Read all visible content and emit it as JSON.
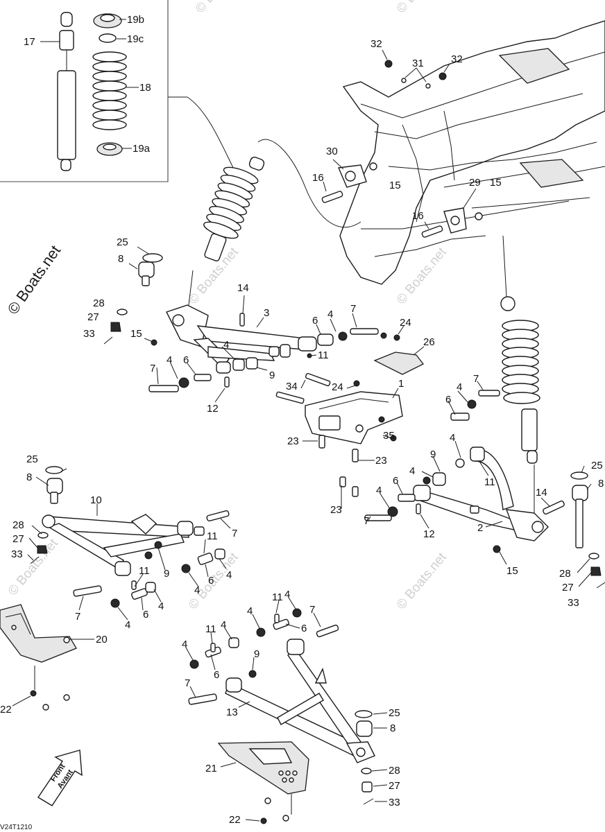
{
  "watermark": {
    "main": "© Boats.net",
    "faint": "© Boats.net"
  },
  "drawing_code": "V24T1210",
  "direction_arrow": {
    "line1": "Front",
    "line2": "Avant"
  },
  "callouts": [
    {
      "id": "c17",
      "text": "17"
    },
    {
      "id": "c19b",
      "text": "19b"
    },
    {
      "id": "c19c",
      "text": "19c"
    },
    {
      "id": "c18",
      "text": "18"
    },
    {
      "id": "c19a",
      "text": "19a"
    },
    {
      "id": "c32a",
      "text": "32"
    },
    {
      "id": "c31",
      "text": "31"
    },
    {
      "id": "c32b",
      "text": "32"
    },
    {
      "id": "c30",
      "text": "30"
    },
    {
      "id": "c16a",
      "text": "16"
    },
    {
      "id": "c15a",
      "text": "15"
    },
    {
      "id": "c29",
      "text": "29"
    },
    {
      "id": "c15b",
      "text": "15"
    },
    {
      "id": "c16b",
      "text": "16"
    },
    {
      "id": "c25a",
      "text": "25"
    },
    {
      "id": "c8a",
      "text": "8"
    },
    {
      "id": "c14a",
      "text": "14"
    },
    {
      "id": "c3",
      "text": "3"
    },
    {
      "id": "c28a",
      "text": "28"
    },
    {
      "id": "c27a",
      "text": "27"
    },
    {
      "id": "c33a",
      "text": "33"
    },
    {
      "id": "c15c",
      "text": "15"
    },
    {
      "id": "c6a",
      "text": "6"
    },
    {
      "id": "c4a",
      "text": "4"
    },
    {
      "id": "c7a",
      "text": "7"
    },
    {
      "id": "c24a",
      "text": "24"
    },
    {
      "id": "c26",
      "text": "26"
    },
    {
      "id": "c4b",
      "text": "4"
    },
    {
      "id": "c11a",
      "text": "11"
    },
    {
      "id": "c7b",
      "text": "7"
    },
    {
      "id": "c4c",
      "text": "4"
    },
    {
      "id": "c6b",
      "text": "6"
    },
    {
      "id": "c9a",
      "text": "9"
    },
    {
      "id": "c12a",
      "text": "12"
    },
    {
      "id": "c34",
      "text": "34"
    },
    {
      "id": "c24b",
      "text": "24"
    },
    {
      "id": "c1",
      "text": "1"
    },
    {
      "id": "c4d",
      "text": "4"
    },
    {
      "id": "c7c",
      "text": "7"
    },
    {
      "id": "c6c",
      "text": "6"
    },
    {
      "id": "c35",
      "text": "35"
    },
    {
      "id": "c23a",
      "text": "23"
    },
    {
      "id": "c23b",
      "text": "23"
    },
    {
      "id": "c4e",
      "text": "4"
    },
    {
      "id": "c9b",
      "text": "9"
    },
    {
      "id": "c4f",
      "text": "4"
    },
    {
      "id": "c11b",
      "text": "11"
    },
    {
      "id": "c6d",
      "text": "6"
    },
    {
      "id": "c4g",
      "text": "4"
    },
    {
      "id": "c23c",
      "text": "23"
    },
    {
      "id": "c7d",
      "text": "7"
    },
    {
      "id": "c12b",
      "text": "12"
    },
    {
      "id": "c14b",
      "text": "14"
    },
    {
      "id": "c2",
      "text": "2"
    },
    {
      "id": "c15d",
      "text": "15"
    },
    {
      "id": "c25b",
      "text": "25"
    },
    {
      "id": "c8b",
      "text": "8"
    },
    {
      "id": "c28b",
      "text": "28"
    },
    {
      "id": "c27b",
      "text": "27"
    },
    {
      "id": "c33b",
      "text": "33"
    },
    {
      "id": "c25c",
      "text": "25"
    },
    {
      "id": "c8c",
      "text": "8"
    },
    {
      "id": "c10",
      "text": "10"
    },
    {
      "id": "c28c",
      "text": "28"
    },
    {
      "id": "c27c",
      "text": "27"
    },
    {
      "id": "c33c",
      "text": "33"
    },
    {
      "id": "c7e",
      "text": "7"
    },
    {
      "id": "c11c",
      "text": "11"
    },
    {
      "id": "c9c",
      "text": "9"
    },
    {
      "id": "c4h",
      "text": "4"
    },
    {
      "id": "c6e",
      "text": "6"
    },
    {
      "id": "c4i",
      "text": "4"
    },
    {
      "id": "c11d",
      "text": "11"
    },
    {
      "id": "c6f",
      "text": "6"
    },
    {
      "id": "c4j",
      "text": "4"
    },
    {
      "id": "c4k",
      "text": "4"
    },
    {
      "id": "c7f",
      "text": "7"
    },
    {
      "id": "c20",
      "text": "20"
    },
    {
      "id": "c11e",
      "text": "11"
    },
    {
      "id": "c4l",
      "text": "4"
    },
    {
      "id": "c7g",
      "text": "7"
    },
    {
      "id": "c4m",
      "text": "4"
    },
    {
      "id": "c6g",
      "text": "6"
    },
    {
      "id": "c11f",
      "text": "11"
    },
    {
      "id": "c4n",
      "text": "4"
    },
    {
      "id": "c4o",
      "text": "4"
    },
    {
      "id": "c9d",
      "text": "9"
    },
    {
      "id": "c6h",
      "text": "6"
    },
    {
      "id": "c7h",
      "text": "7"
    },
    {
      "id": "c22a",
      "text": "22"
    },
    {
      "id": "c13",
      "text": "13"
    },
    {
      "id": "c25d",
      "text": "25"
    },
    {
      "id": "c8d",
      "text": "8"
    },
    {
      "id": "c21",
      "text": "21"
    },
    {
      "id": "c28d",
      "text": "28"
    },
    {
      "id": "c27d",
      "text": "27"
    },
    {
      "id": "c33d",
      "text": "33"
    },
    {
      "id": "c22b",
      "text": "22"
    }
  ]
}
